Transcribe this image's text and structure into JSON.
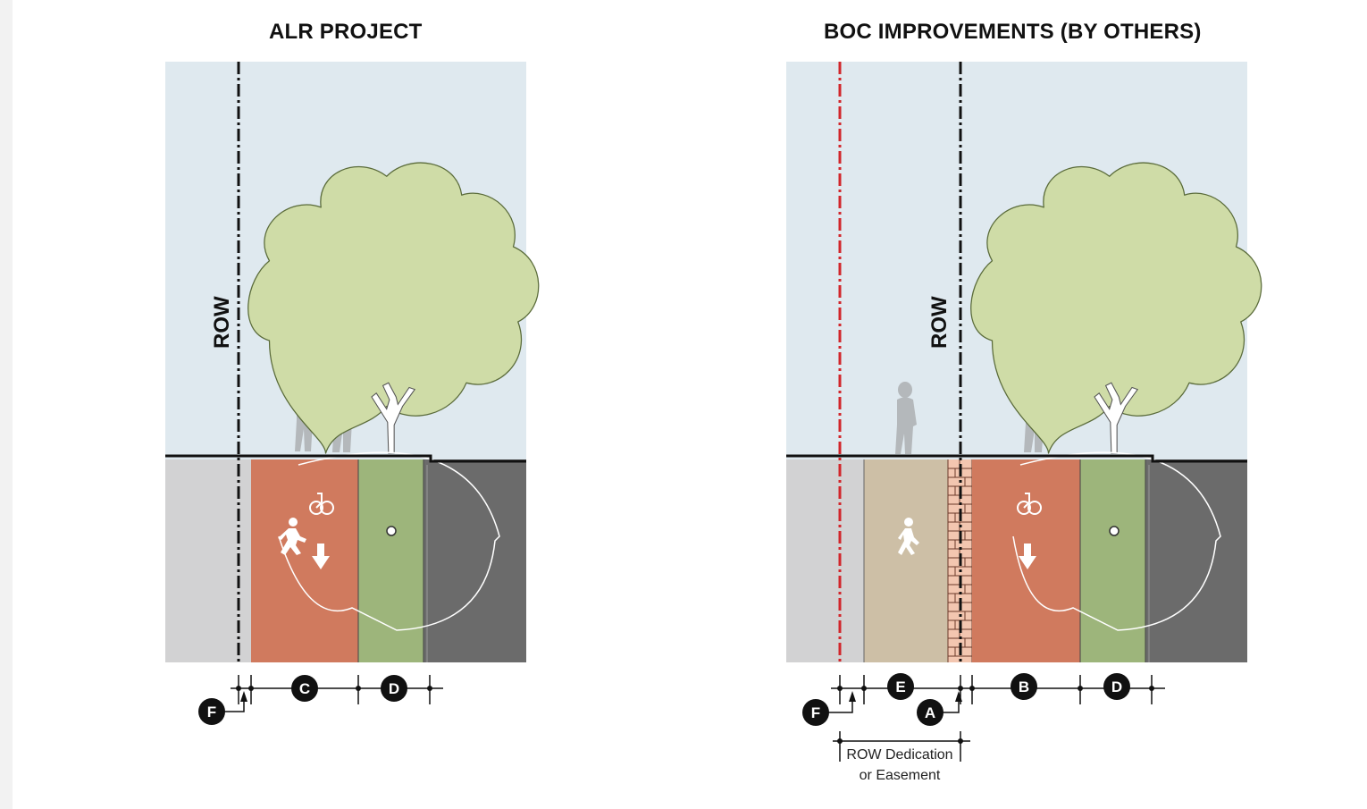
{
  "panels": {
    "left": {
      "title": "ALR PROJECT",
      "row_label": "ROW",
      "dimension_markers": [
        "F",
        "C",
        "D"
      ]
    },
    "right": {
      "title": "BOC IMPROVEMENTS (BY OTHERS)",
      "row_label": "ROW",
      "dimension_markers": [
        "F",
        "E",
        "A",
        "B",
        "D"
      ],
      "note_line1": "ROW Dedication",
      "note_line2": "or Easement"
    }
  },
  "colors": {
    "sky": "#dfe9ef",
    "canopy": "#cfdca7",
    "bike_path": "#d07a5e",
    "planting_strip": "#9db57b",
    "roadway": "#6b6b6b",
    "setback": "#d2d2d3",
    "sidewalk": "#cdbfa6",
    "brick": "#f3c6b0",
    "row_line_existing": "#111111",
    "row_line_new": "#d1262b"
  },
  "icons": [
    "tree-icon",
    "pedestrian-icon",
    "cyclist-icon",
    "bicycle-icon",
    "arrow-down-icon",
    "light-pole-icon"
  ]
}
